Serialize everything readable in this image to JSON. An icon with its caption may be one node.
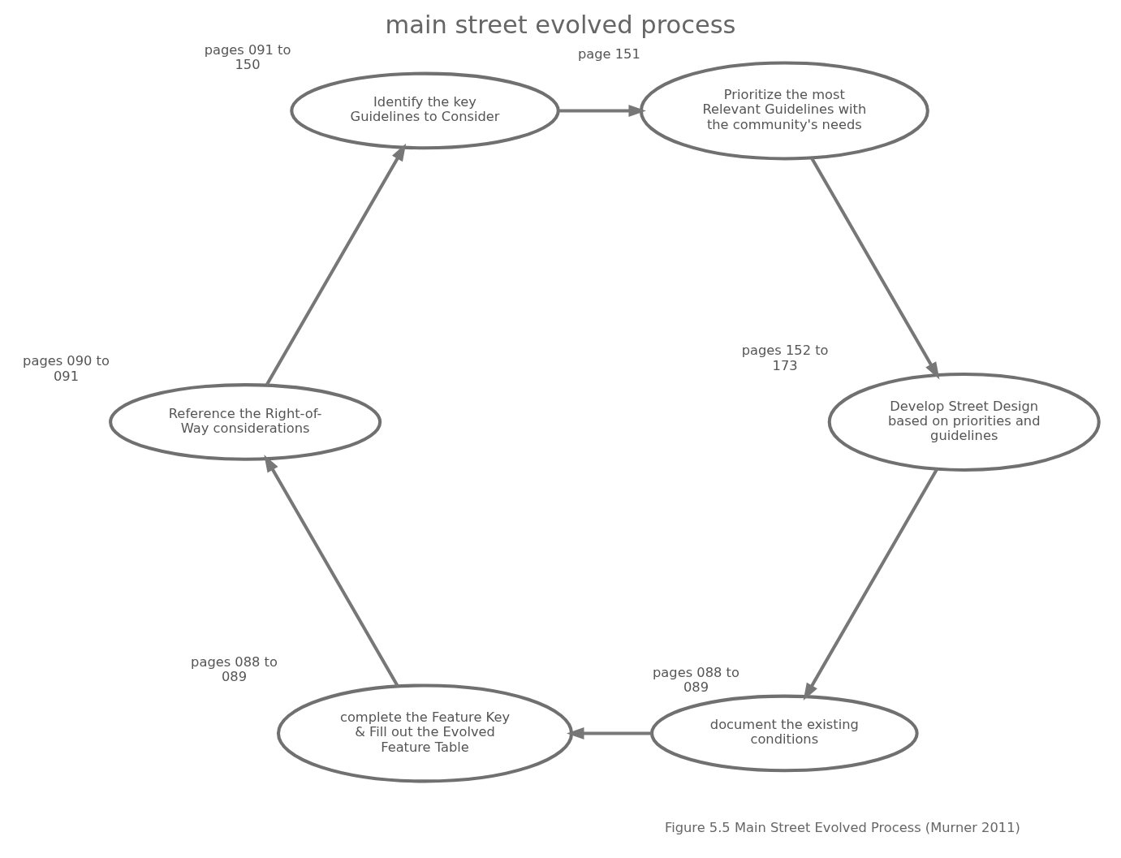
{
  "diagram": {
    "title": "main street evolved process",
    "caption": "Figure 5.5 Main Street Evolved Process (Murner 2011)",
    "nodes": [
      {
        "text": [
          "document the existing conditions"
        ],
        "beside": [
          "pages 088 to 089"
        ]
      },
      {
        "text": [
          "complete the Feature Key & Fill out the Evolved Feature Table"
        ],
        "beside": [
          "pages 088 to 089"
        ]
      },
      {
        "text": [
          "Reference the Right-of-Way considerations"
        ],
        "beside": [
          "pages 090 to 091"
        ]
      },
      {
        "text": [
          "Identify the key Guidelines to Consider"
        ],
        "beside": [
          "pages 091 to 150"
        ]
      },
      {
        "text": [
          "Prioritize the most Relevant Guidelines with the community's needs"
        ],
        "beside": [
          "page 151"
        ]
      },
      {
        "text": [
          "Develop Street Design based on priorities and guidelines"
        ],
        "beside": [
          "pages 152 to 173"
        ]
      }
    ],
    "edges": [
      {
        "from": 0,
        "to": 1,
        "arrow": "to"
      },
      {
        "from": 1,
        "to": 2,
        "arrow": "to"
      },
      {
        "from": 2,
        "to": 3,
        "arrow": "to"
      },
      {
        "from": 3,
        "to": 4,
        "arrow": "to"
      },
      {
        "from": 4,
        "to": 5,
        "arrow": "to"
      },
      {
        "from": 5,
        "to": 0,
        "arrow": "to"
      }
    ]
  }
}
